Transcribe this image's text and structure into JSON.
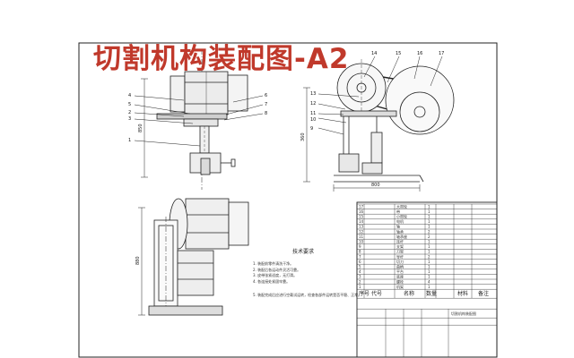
{
  "title": "切割机构装配图-A2",
  "left_callouts": [
    "4",
    "5",
    "2",
    "3",
    "1"
  ],
  "right_callouts": [
    "6",
    "7",
    "8"
  ],
  "side_callouts_left": [
    "13",
    "12",
    "11",
    "10",
    "9"
  ],
  "side_callouts_top": [
    "14",
    "15",
    "16",
    "17"
  ],
  "dimensions": {
    "front_height": "850",
    "side_width": "800",
    "side_height": "360",
    "lower_height": "880"
  },
  "notes_title": "技术要求",
  "notes": [
    "1. 装配前零件清洗干净。",
    "2. 装配后各运动件灵活可靠。",
    "3. 皮带张紧适度，无打滑。",
    "4. 各连接处紧固牢靠。"
  ],
  "note_wide": "5. 装配完成后应进行空载试运转，检查各部件运转是否平稳、正常。",
  "parts_table": {
    "rows": [
      {
        "no": "17",
        "code": "",
        "name": "大带轮",
        "qty": "1"
      },
      {
        "no": "16",
        "code": "",
        "name": "带",
        "qty": "1"
      },
      {
        "no": "15",
        "code": "",
        "name": "小带轮",
        "qty": "1"
      },
      {
        "no": "14",
        "code": "",
        "name": "电机",
        "qty": "1"
      },
      {
        "no": "13",
        "code": "",
        "name": "轴",
        "qty": "1"
      },
      {
        "no": "12",
        "code": "",
        "name": "轴承",
        "qty": "2"
      },
      {
        "no": "11",
        "code": "",
        "name": "轴承座",
        "qty": "2"
      },
      {
        "no": "10",
        "code": "",
        "name": "连杆",
        "qty": "1"
      },
      {
        "no": "9",
        "code": "",
        "name": "支架",
        "qty": "1"
      },
      {
        "no": "8",
        "code": "",
        "name": "刀架",
        "qty": "1"
      },
      {
        "no": "7",
        "code": "",
        "name": "导杆",
        "qty": "2"
      },
      {
        "no": "6",
        "code": "",
        "name": "切刀",
        "qty": "1"
      },
      {
        "no": "5",
        "code": "",
        "name": "曲柄",
        "qty": "1"
      },
      {
        "no": "4",
        "code": "",
        "name": "平台",
        "qty": "1"
      },
      {
        "no": "3",
        "code": "",
        "name": "底座",
        "qty": "1"
      },
      {
        "no": "2",
        "code": "",
        "name": "螺栓",
        "qty": "4"
      },
      {
        "no": "1",
        "code": "",
        "name": "机架",
        "qty": "1"
      }
    ],
    "header": {
      "no": "序号",
      "code": "代号",
      "name": "名称",
      "qty": "数量",
      "material": "材料",
      "remark": "备注"
    },
    "title_block": {
      "drawing_name": "切割机构装配图"
    }
  }
}
